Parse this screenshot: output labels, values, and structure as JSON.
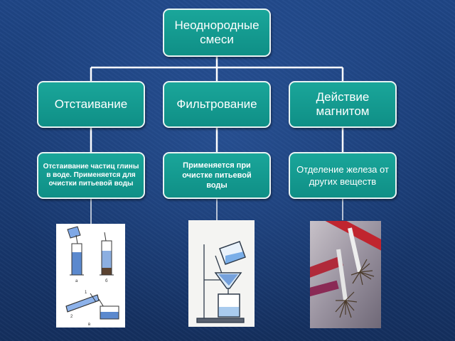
{
  "root": {
    "label": "Неоднородные смеси"
  },
  "methods": [
    {
      "label": "Отстаивание",
      "description": "Отстаивание частиц глины в воде. Применяется для очистки питьевой воды"
    },
    {
      "label": "Фильтрование",
      "description": "Применяется при очистке питьевой воды"
    },
    {
      "label": "Действие магнитом",
      "description": "Отделение железа от других веществ"
    }
  ],
  "colors": {
    "background": "#1c3f7a",
    "node_fill": "#13998f",
    "node_border": "#e8f4f4",
    "connector": "#ffffff"
  },
  "icons": [
    "settling-illustration",
    "filtration-illustration",
    "magnet-illustration"
  ]
}
